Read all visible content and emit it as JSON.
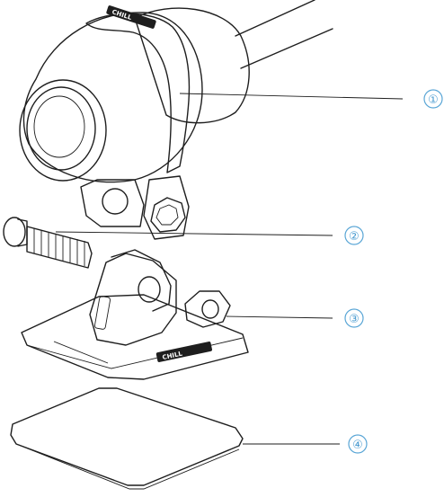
{
  "colors": {
    "highlight": "#a9d4f5",
    "outline": "#1e1e1e",
    "callout": "#4a9bd0",
    "body": "#ffffff"
  },
  "parts": [
    {
      "name": "clamp-band",
      "label": "①"
    },
    {
      "name": "bolt",
      "label": "②"
    },
    {
      "name": "nut",
      "label": "③"
    },
    {
      "name": "adhesive-pad",
      "label": "④"
    }
  ]
}
